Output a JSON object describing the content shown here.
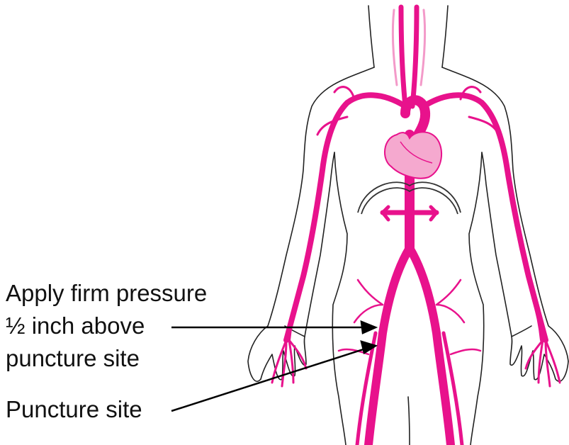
{
  "annotations": {
    "pressure_line1": "Apply firm pressure",
    "pressure_line2": "½ inch above",
    "pressure_line3": "puncture site",
    "puncture": "Puncture site"
  },
  "colors": {
    "artery": "#e8128c",
    "artery_light": "#f39ac9",
    "heart": "#f5a9cf",
    "outline": "#222222",
    "arrow": "#000000"
  }
}
